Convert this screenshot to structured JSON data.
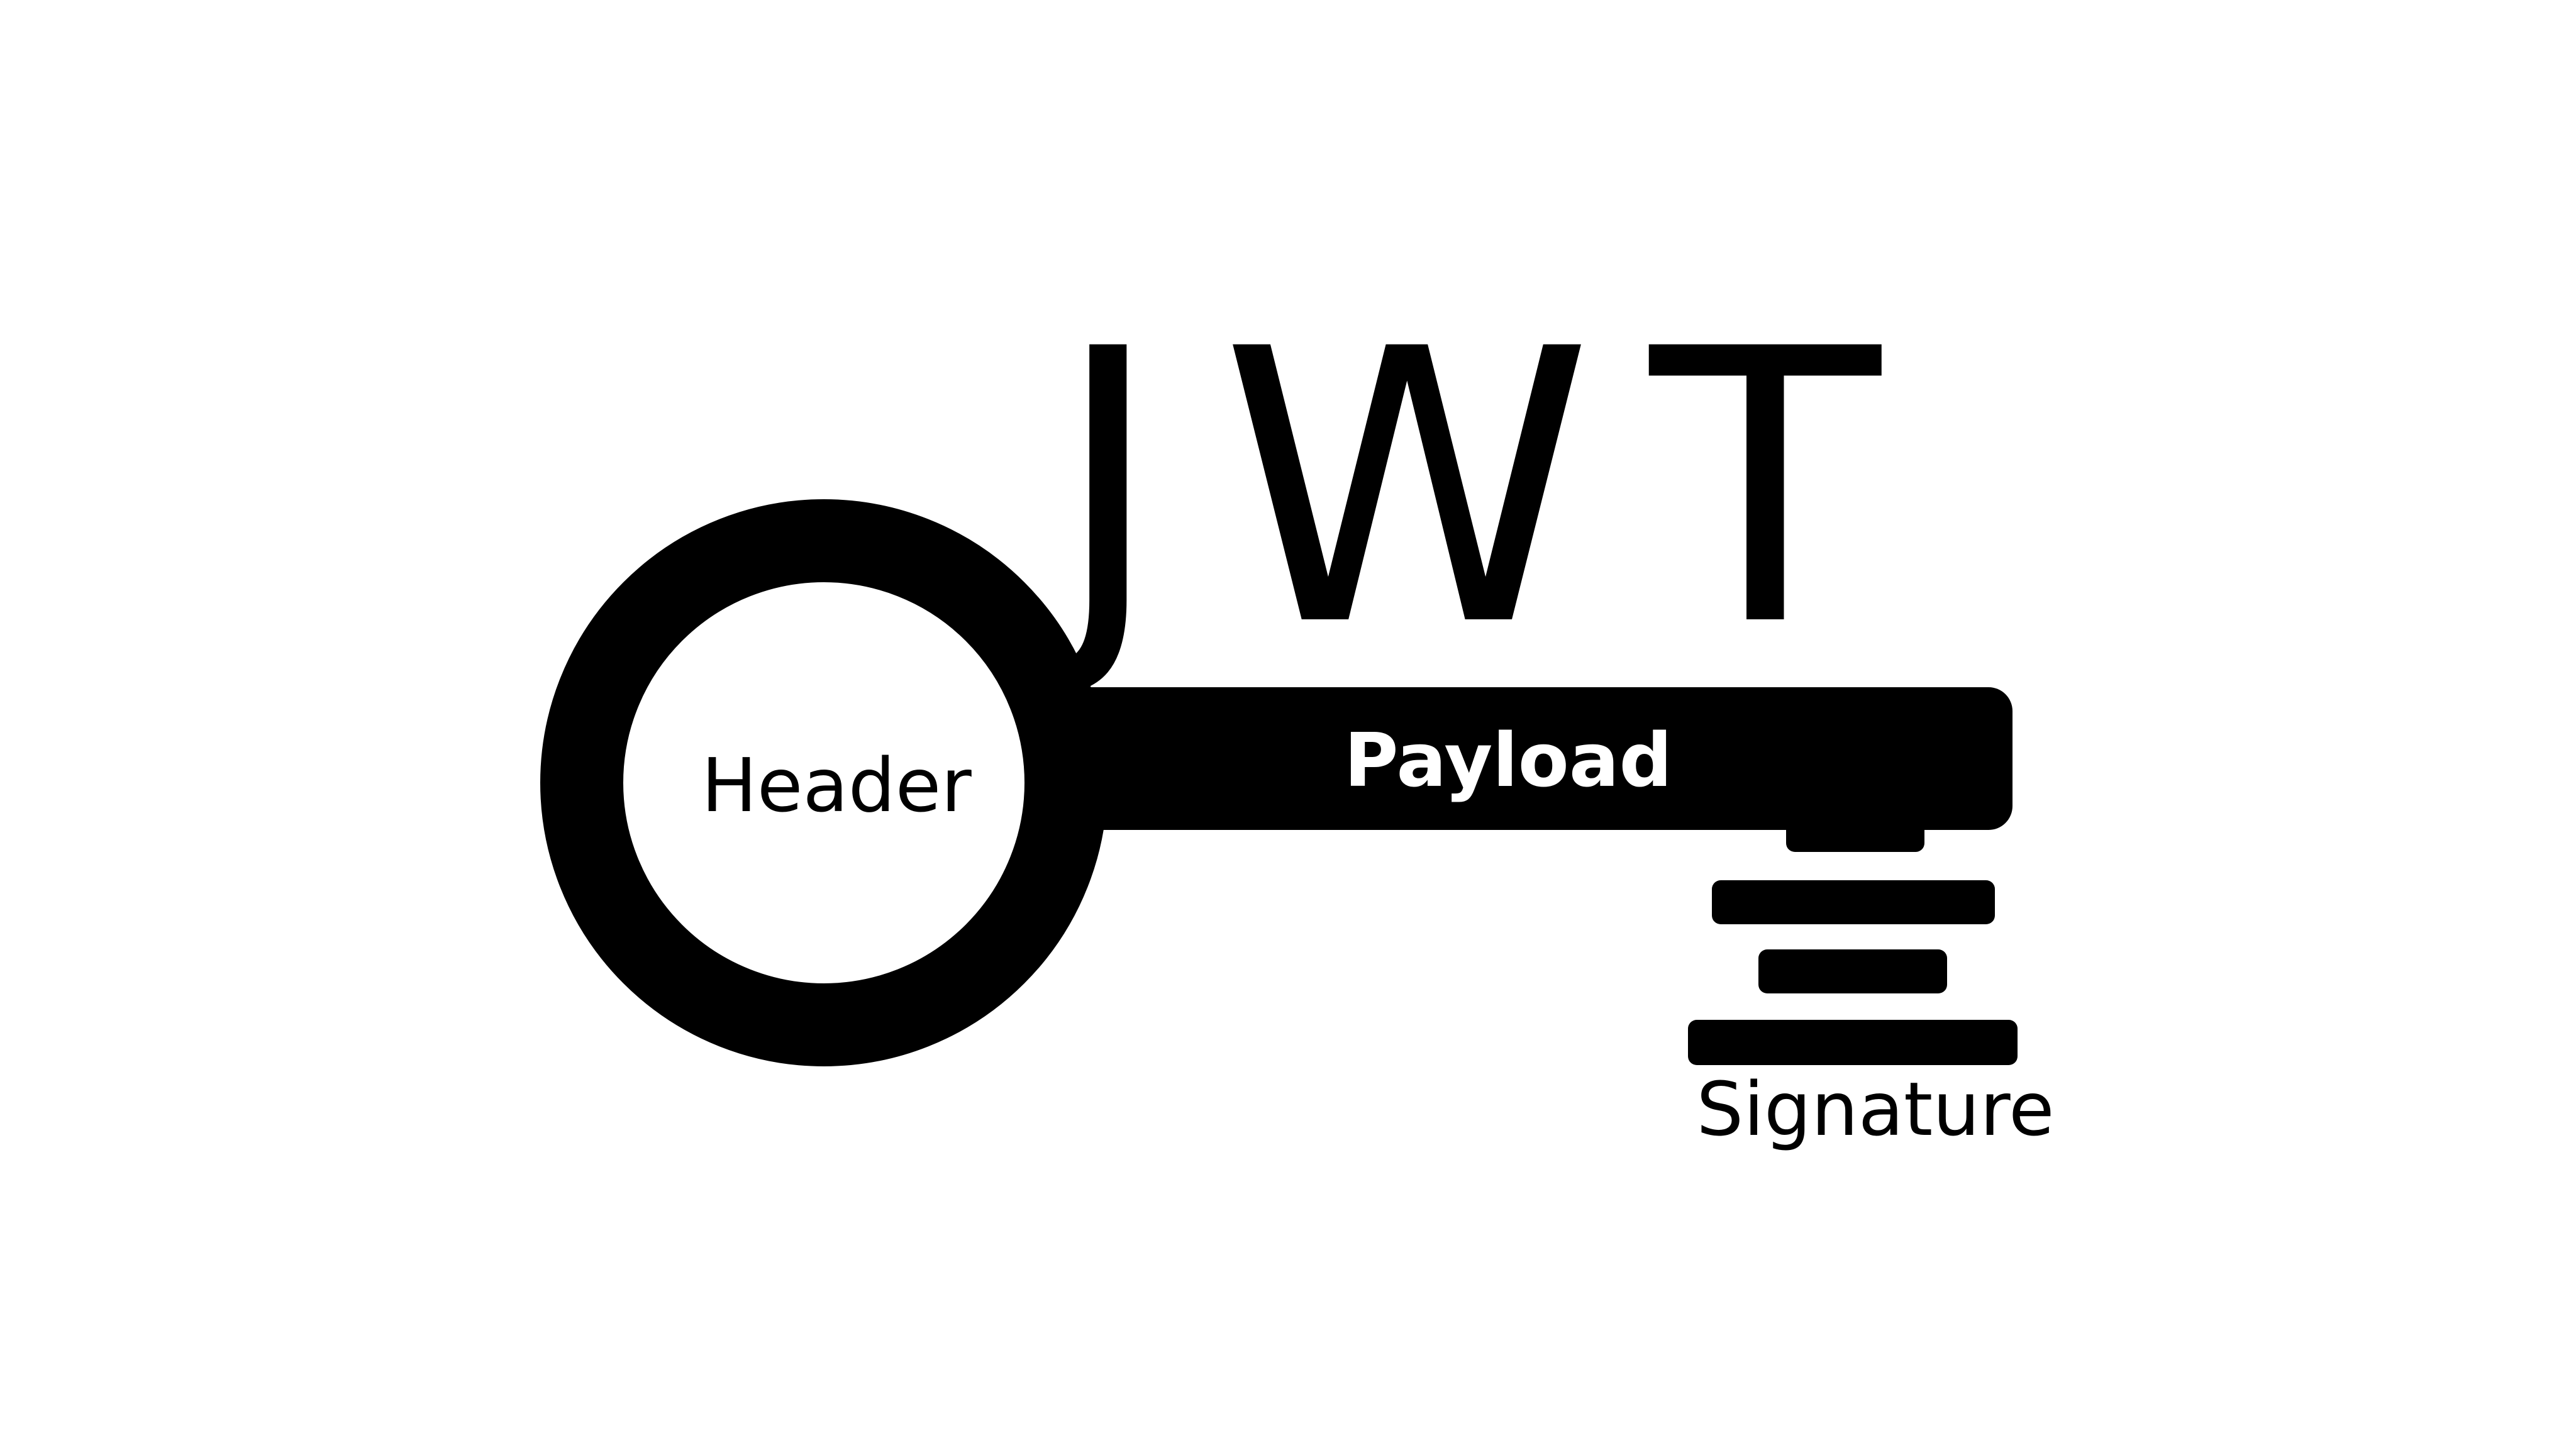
{
  "title": "JWT",
  "parts": {
    "header": "Header",
    "payload": "Payload",
    "signature": "Signature"
  },
  "colors": {
    "background": "#ffffff",
    "ink": "#000000",
    "text_on_ink": "#ffffff"
  }
}
